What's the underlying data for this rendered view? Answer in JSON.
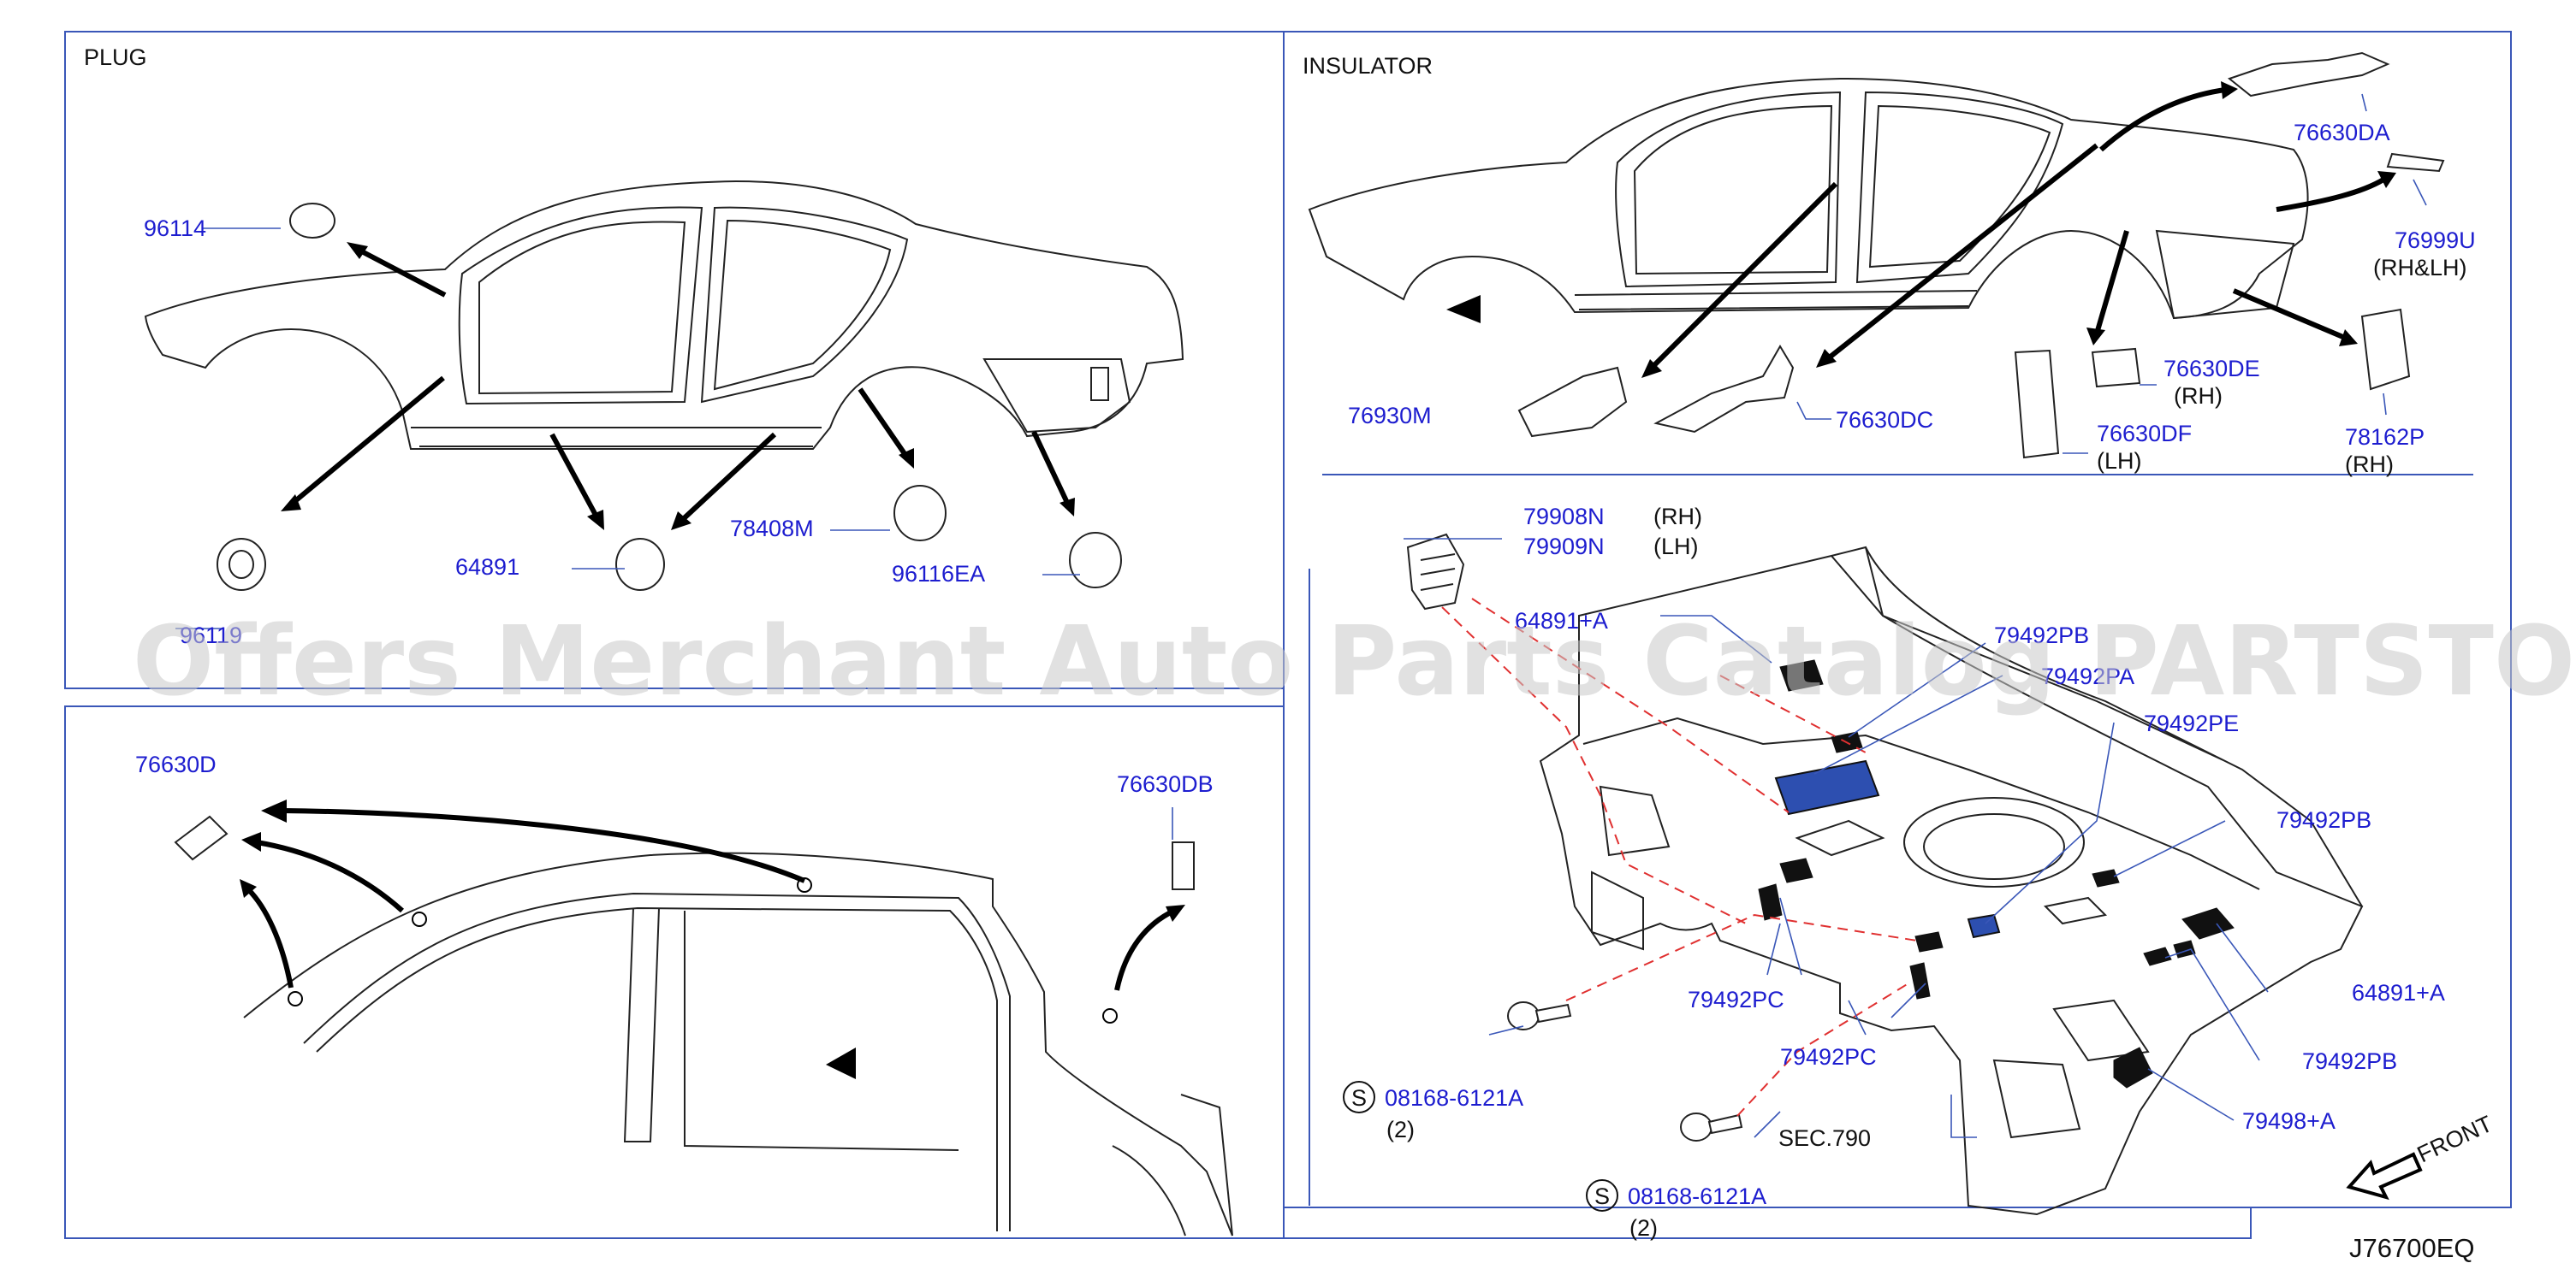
{
  "diagram_code": "J76700EQ",
  "watermark": "Offers Merchant Auto Parts Catalog PARTSTORE.SA",
  "panels": {
    "plug": {
      "title": "PLUG"
    },
    "insulator": {
      "title": "INSULATOR"
    }
  },
  "plug_parts": {
    "p96114": "96114",
    "p78408M": "78408M",
    "p64891": "64891",
    "p96116EA": "96116EA",
    "p_partial": "96119"
  },
  "side_parts": {
    "p76630D": "76630D",
    "p76630DB": "76630DB"
  },
  "insulator_parts": {
    "p76630DA": "76630DA",
    "p76999U": "76999U",
    "n76999U": "(RH&LH)",
    "p76930M": "76930M",
    "p76630DC": "76630DC",
    "p76630DE": "76630DE",
    "n76630DE": "(RH)",
    "p76630DF": "76630DF",
    "n76630DF": "(LH)",
    "p78162P": "78162P",
    "n78162P": "(RH)"
  },
  "floor_parts": {
    "p79908N": "79908N",
    "n79908N": "(RH)",
    "p79909N": "79909N",
    "n79909N": "(LH)",
    "p64891A_top": "64891+A",
    "p79492PB_top": "79492PB",
    "p79492PA": "79492PA",
    "p79492PE": "79492PE",
    "p79492PB": "79492PB",
    "p79492PC_1": "79492PC",
    "p79492PC_2": "79492PC",
    "p64891A": "64891+A",
    "p79492PB_2": "79492PB",
    "p79498A": "79498+A",
    "sec": "SEC.790",
    "bolt1": "08168-6121A",
    "bolt1_qty": "(2)",
    "bolt2": "08168-6121A",
    "bolt2_qty": "(2)",
    "s_symbol": "S",
    "front": "FRONT"
  },
  "colors": {
    "part_number": "#1d1dcf",
    "frame": "#3a57b8",
    "dashed": "#e03030",
    "fill_blue": "#2d4fb0"
  }
}
